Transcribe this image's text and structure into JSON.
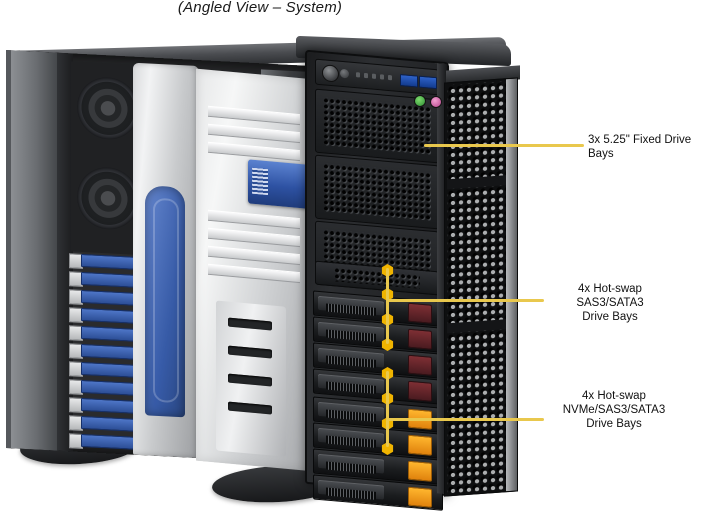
{
  "caption": "(Angled View – System)",
  "product": {
    "view": "Angled View – System",
    "chassis_type": "4U tower server",
    "door_state": "open"
  },
  "callouts": [
    {
      "id": "fixed-drive-bays",
      "label_lines": [
        "3x 5.25\" Fixed Drive",
        "Bays"
      ],
      "label_text": "3x 5.25\" Fixed Drive Bays",
      "quantity": "3x",
      "form_factor": "5.25\"",
      "bay_type": "Fixed Drive Bays",
      "leader_color": "#E9C84D"
    },
    {
      "id": "hotswap-sas3-sata3",
      "label_lines": [
        "4x Hot-swap",
        "SAS3/SATA3",
        "Drive Bays"
      ],
      "label_text": "4x Hot-swap SAS3/SATA3 Drive Bays",
      "quantity": "4x",
      "bay_type": "Hot-swap SAS3/SATA3 Drive Bays",
      "tab_color": "#7E2F34",
      "leader_color": "#E9C84D"
    },
    {
      "id": "hotswap-nvme-sas3-sata3",
      "label_lines": [
        "4x Hot-swap",
        "NVMe/SAS3/SATA3",
        "Drive Bays"
      ],
      "label_text": "4x Hot-swap NVMe/SAS3/SATA3 Drive Bays",
      "quantity": "4x",
      "bay_type": "Hot-swap NVMe/SAS3/SATA3 Drive Bays",
      "tab_color": "#FFB62E",
      "leader_color": "#E9C84D"
    }
  ],
  "front_panel": {
    "power_button": "power-button",
    "reset_button": "reset-button",
    "status_leds": 5,
    "usb_ports": 2,
    "usb_color": "#2E62C9",
    "audio_jacks": [
      {
        "name": "line-out",
        "color": "#7DDC6D"
      },
      {
        "name": "mic-in",
        "color": "#F29FD0"
      }
    ]
  },
  "interior": {
    "fans": 2,
    "pcie_slots": 11,
    "air_shroud_color": "#2F55A6",
    "psu_cable_bundle": "multi-color",
    "power_cable_color": "#D8C24A"
  },
  "door": {
    "type": "perforated-mesh-front-door",
    "state": "open-left-hinged"
  },
  "bays": {
    "fixed_count": 3,
    "hotswap_sas_count": 4,
    "hotswap_nvme_count": 4
  }
}
